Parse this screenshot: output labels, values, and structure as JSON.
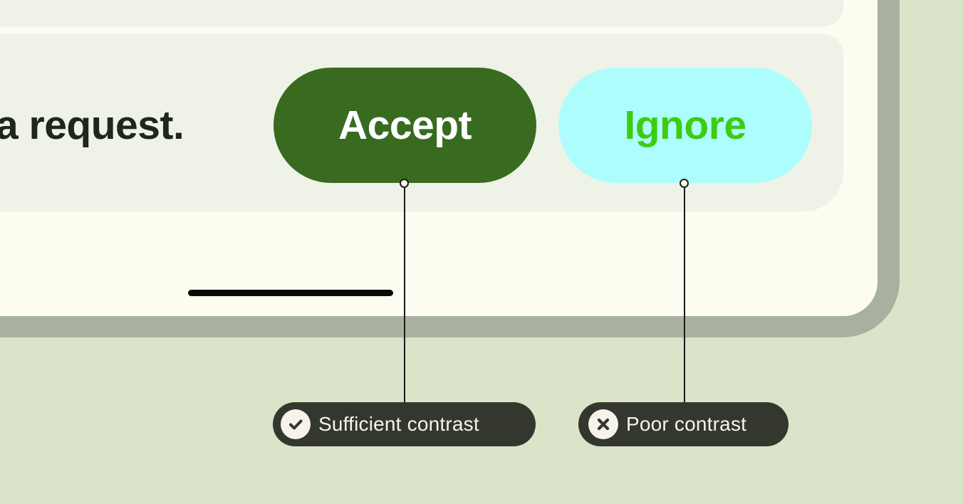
{
  "mockup": {
    "message_fragment": "a request.",
    "buttons": {
      "accept": {
        "label": "Accept",
        "background": "#386b20",
        "text_color": "#ffffff"
      },
      "ignore": {
        "label": "Ignore",
        "background": "#adfdfd",
        "text_color": "#3ecc12"
      }
    }
  },
  "callouts": {
    "sufficient": {
      "label": "Sufficient contrast",
      "icon": "check-circle-icon"
    },
    "poor": {
      "label": "Poor contrast",
      "icon": "x-circle-icon"
    },
    "badge_background": "#33372e",
    "badge_text_color": "#f6f4ea"
  },
  "colors": {
    "page_background": "#d9e4c9",
    "card": "#fcfcf0",
    "card_shadow": "#a8b1a0",
    "panel": "#eef2e7",
    "message_text": "#20251d",
    "home_indicator": "#0a0a08",
    "connector": "#1b1b1b"
  }
}
